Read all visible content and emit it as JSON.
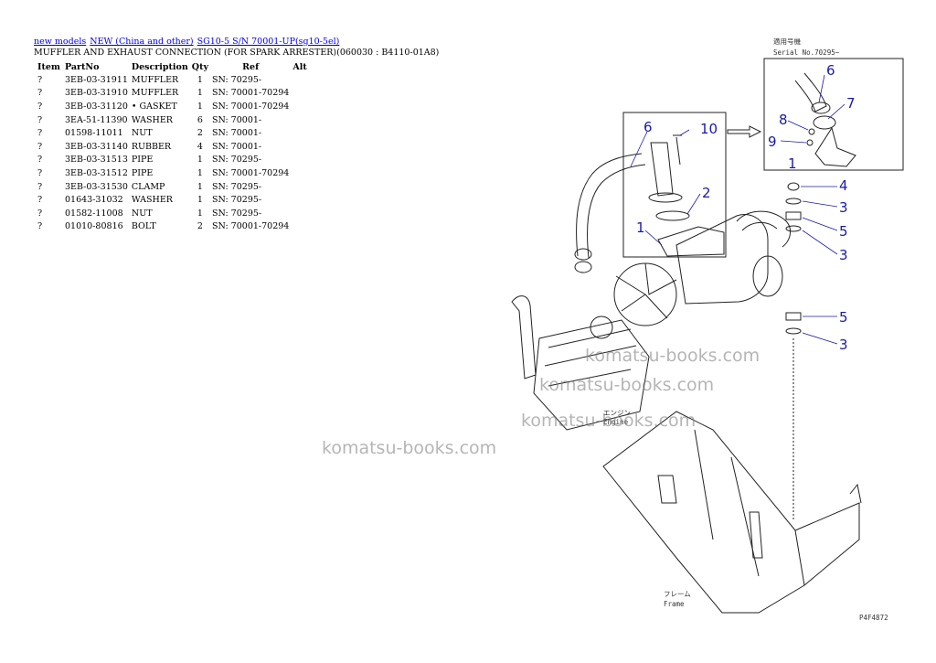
{
  "breadcrumb": {
    "links": [
      "new models",
      "NEW (China and other)",
      "SG10-5 S/N 70001-UP(sg10-5el)"
    ]
  },
  "page_title": "MUFFLER AND EXHAUST CONNECTION (FOR SPARK ARRESTER)(060030 : B4110-01A8)",
  "table": {
    "headers": [
      "Item",
      "PartNo",
      "Description",
      "Qty",
      "Ref",
      "Alt"
    ],
    "rows": [
      {
        "item": "?",
        "part": "3EB-03-31911",
        "desc": "MUFFLER",
        "qty": "1",
        "ref": "SN: 70295-",
        "alt": ""
      },
      {
        "item": "?",
        "part": "3EB-03-31910",
        "desc": "MUFFLER",
        "qty": "1",
        "ref": "SN: 70001-70294",
        "alt": ""
      },
      {
        "item": "?",
        "part": "3EB-03-31120",
        "desc": "• GASKET",
        "qty": "1",
        "ref": "SN: 70001-70294",
        "alt": ""
      },
      {
        "item": "?",
        "part": "3EA-51-11390",
        "desc": "WASHER",
        "qty": "6",
        "ref": "SN: 70001-",
        "alt": ""
      },
      {
        "item": "?",
        "part": "01598-11011",
        "desc": "NUT",
        "qty": "2",
        "ref": "SN: 70001-",
        "alt": ""
      },
      {
        "item": "?",
        "part": "3EB-03-31140",
        "desc": "RUBBER",
        "qty": "4",
        "ref": "SN: 70001-",
        "alt": ""
      },
      {
        "item": "?",
        "part": "3EB-03-31513",
        "desc": "PIPE",
        "qty": "1",
        "ref": "SN: 70295-",
        "alt": ""
      },
      {
        "item": "?",
        "part": "3EB-03-31512",
        "desc": "PIPE",
        "qty": "1",
        "ref": "SN: 70001-70294",
        "alt": ""
      },
      {
        "item": "?",
        "part": "3EB-03-31530",
        "desc": "CLAMP",
        "qty": "1",
        "ref": "SN: 70295-",
        "alt": ""
      },
      {
        "item": "?",
        "part": "01643-31032",
        "desc": "WASHER",
        "qty": "1",
        "ref": "SN: 70295-",
        "alt": ""
      },
      {
        "item": "?",
        "part": "01582-11008",
        "desc": "NUT",
        "qty": "1",
        "ref": "SN: 70295-",
        "alt": ""
      },
      {
        "item": "?",
        "part": "01010-80816",
        "desc": "BOLT",
        "qty": "2",
        "ref": "SN: 70001-70294",
        "alt": ""
      }
    ]
  },
  "diagram": {
    "serial_label_jp": "適用号機",
    "serial_label": "Serial No.70295~",
    "engine_label_jp": "エンジン",
    "engine_label": "Engine",
    "frame_label_jp": "フレーム",
    "frame_label": "Frame",
    "drawing_code": "P4F4872",
    "callouts": [
      "1",
      "2",
      "6",
      "10",
      "6",
      "7",
      "8",
      "9",
      "1",
      "4",
      "3",
      "5",
      "3",
      "5",
      "3"
    ]
  },
  "watermark": "komatsu-books.com"
}
